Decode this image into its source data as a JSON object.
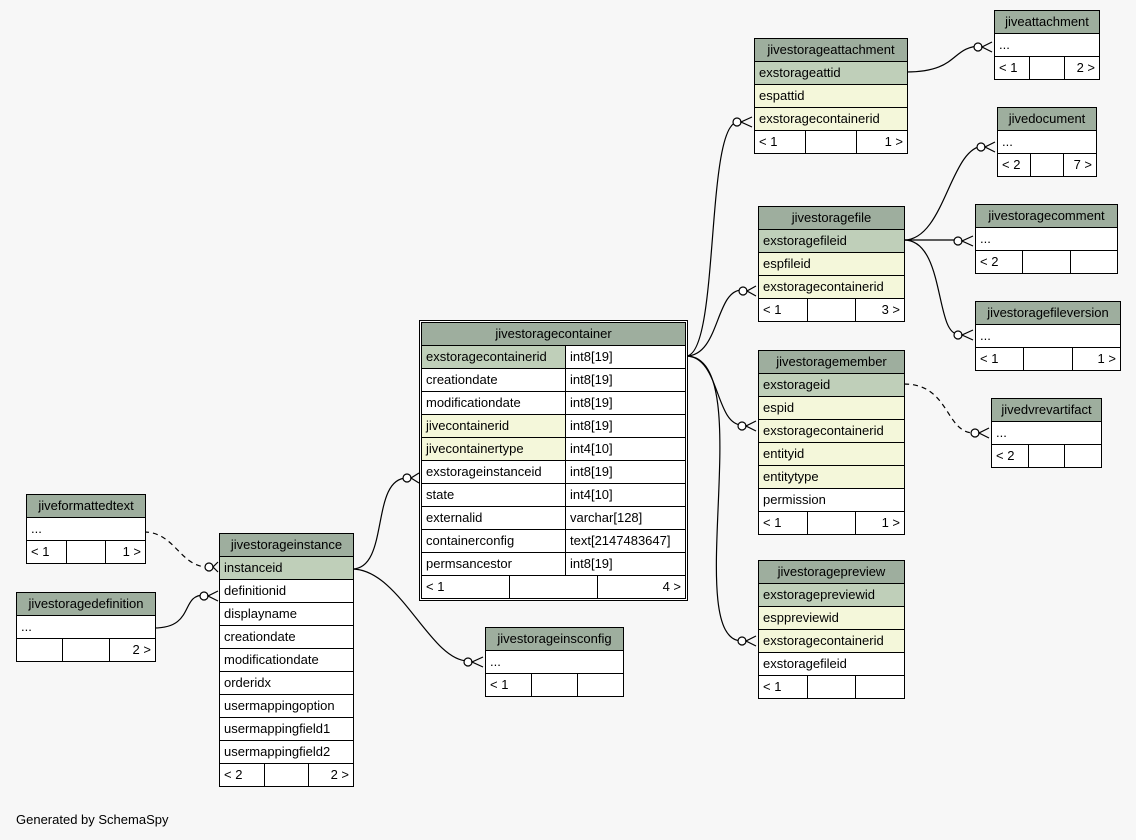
{
  "footer": "Generated by SchemaSpy",
  "tables": {
    "jiveattachment": {
      "name": "jiveattachment",
      "rows": [
        {
          "name": "...",
          "kind": ""
        }
      ],
      "footer": [
        "< 1",
        "",
        "2 >"
      ]
    },
    "jivestorageattachment": {
      "name": "jivestorageattachment",
      "rows": [
        {
          "name": "exstorageattid",
          "kind": "pk"
        },
        {
          "name": "espattid",
          "kind": "fk"
        },
        {
          "name": "exstoragecontainerid",
          "kind": "fk"
        }
      ],
      "footer": [
        "< 1",
        "",
        "1 >"
      ]
    },
    "jivedocument": {
      "name": "jivedocument",
      "rows": [
        {
          "name": "...",
          "kind": ""
        }
      ],
      "footer": [
        "< 2",
        "",
        "7 >"
      ]
    },
    "jivestoragefile": {
      "name": "jivestoragefile",
      "rows": [
        {
          "name": "exstoragefileid",
          "kind": "pk"
        },
        {
          "name": "espfileid",
          "kind": "fk"
        },
        {
          "name": "exstoragecontainerid",
          "kind": "fk"
        }
      ],
      "footer": [
        "< 1",
        "",
        "3 >"
      ]
    },
    "jivestoragecomment": {
      "name": "jivestoragecomment",
      "rows": [
        {
          "name": "...",
          "kind": ""
        }
      ],
      "footer": [
        "< 2",
        "",
        ""
      ]
    },
    "jivestoragefileversion": {
      "name": "jivestoragefileversion",
      "rows": [
        {
          "name": "...",
          "kind": ""
        }
      ],
      "footer": [
        "< 1",
        "",
        "1 >"
      ]
    },
    "jivestoragecontainer": {
      "name": "jivestoragecontainer",
      "rows": [
        {
          "name": "exstoragecontainerid",
          "type": "int8[19]",
          "kind": "pk"
        },
        {
          "name": "creationdate",
          "type": "int8[19]",
          "kind": ""
        },
        {
          "name": "modificationdate",
          "type": "int8[19]",
          "kind": ""
        },
        {
          "name": "jivecontainerid",
          "type": "int8[19]",
          "kind": "fk"
        },
        {
          "name": "jivecontainertype",
          "type": "int4[10]",
          "kind": "fk"
        },
        {
          "name": "exstorageinstanceid",
          "type": "int8[19]",
          "kind": ""
        },
        {
          "name": "state",
          "type": "int4[10]",
          "kind": ""
        },
        {
          "name": "externalid",
          "type": "varchar[128]",
          "kind": ""
        },
        {
          "name": "containerconfig",
          "type": "text[2147483647]",
          "kind": ""
        },
        {
          "name": "permsancestor",
          "type": "int8[19]",
          "kind": ""
        }
      ],
      "footer": [
        "< 1",
        "",
        "4 >"
      ]
    },
    "jivestoragemember": {
      "name": "jivestoragemember",
      "rows": [
        {
          "name": "exstorageid",
          "kind": "pk"
        },
        {
          "name": "espid",
          "kind": "fk"
        },
        {
          "name": "exstoragecontainerid",
          "kind": "fk"
        },
        {
          "name": "entityid",
          "kind": "fk"
        },
        {
          "name": "entitytype",
          "kind": "fk"
        },
        {
          "name": "permission",
          "kind": ""
        }
      ],
      "footer": [
        "< 1",
        "",
        "1 >"
      ]
    },
    "jivedvrevartifact": {
      "name": "jivedvrevartifact",
      "rows": [
        {
          "name": "...",
          "kind": ""
        }
      ],
      "footer": [
        "< 2",
        "",
        ""
      ]
    },
    "jiveformattedtext": {
      "name": "jiveformattedtext",
      "rows": [
        {
          "name": "...",
          "kind": ""
        }
      ],
      "footer": [
        "< 1",
        "",
        "1 >"
      ]
    },
    "jivestoragedefinition": {
      "name": "jivestoragedefinition",
      "rows": [
        {
          "name": "...",
          "kind": ""
        }
      ],
      "footer": [
        "",
        "",
        "2 >"
      ]
    },
    "jivestorageinstance": {
      "name": "jivestorageinstance",
      "rows": [
        {
          "name": "instanceid",
          "kind": "pk"
        },
        {
          "name": "definitionid",
          "kind": ""
        },
        {
          "name": "displayname",
          "kind": ""
        },
        {
          "name": "creationdate",
          "kind": ""
        },
        {
          "name": "modificationdate",
          "kind": ""
        },
        {
          "name": "orderidx",
          "kind": ""
        },
        {
          "name": "usermappingoption",
          "kind": ""
        },
        {
          "name": "usermappingfield1",
          "kind": ""
        },
        {
          "name": "usermappingfield2",
          "kind": ""
        }
      ],
      "footer": [
        "< 2",
        "",
        "2 >"
      ]
    },
    "jivestorageinsconfig": {
      "name": "jivestorageinsconfig",
      "rows": [
        {
          "name": "...",
          "kind": ""
        }
      ],
      "footer": [
        "< 1",
        "",
        ""
      ]
    },
    "jivestoragepreview": {
      "name": "jivestoragepreview",
      "rows": [
        {
          "name": "exstoragepreviewid",
          "kind": "pk"
        },
        {
          "name": "esppreviewid",
          "kind": "fk"
        },
        {
          "name": "exstoragecontainerid",
          "kind": "fk"
        },
        {
          "name": "exstoragefileid",
          "kind": ""
        }
      ],
      "footer": [
        "< 1",
        "",
        ""
      ]
    }
  }
}
